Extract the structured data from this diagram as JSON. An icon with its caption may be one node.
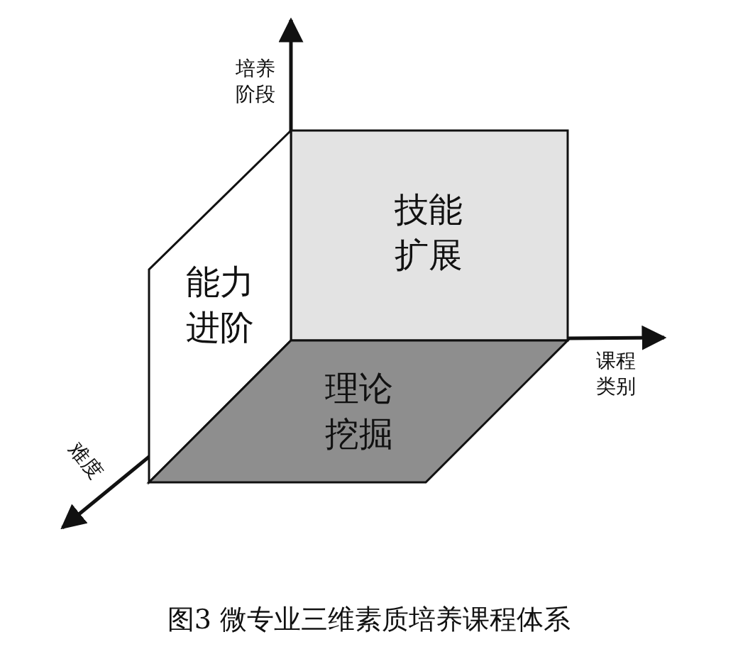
{
  "diagram": {
    "caption": "图3 微专业三维素质培养课程体系",
    "nodes": [
      {
        "text": [
          "技能扩展"
        ]
      },
      {
        "text": [
          "能力进阶"
        ]
      },
      {
        "text": [
          "理论挖掘"
        ]
      }
    ],
    "labels": [
      "培养阶段",
      "课程类别",
      "难度"
    ]
  }
}
